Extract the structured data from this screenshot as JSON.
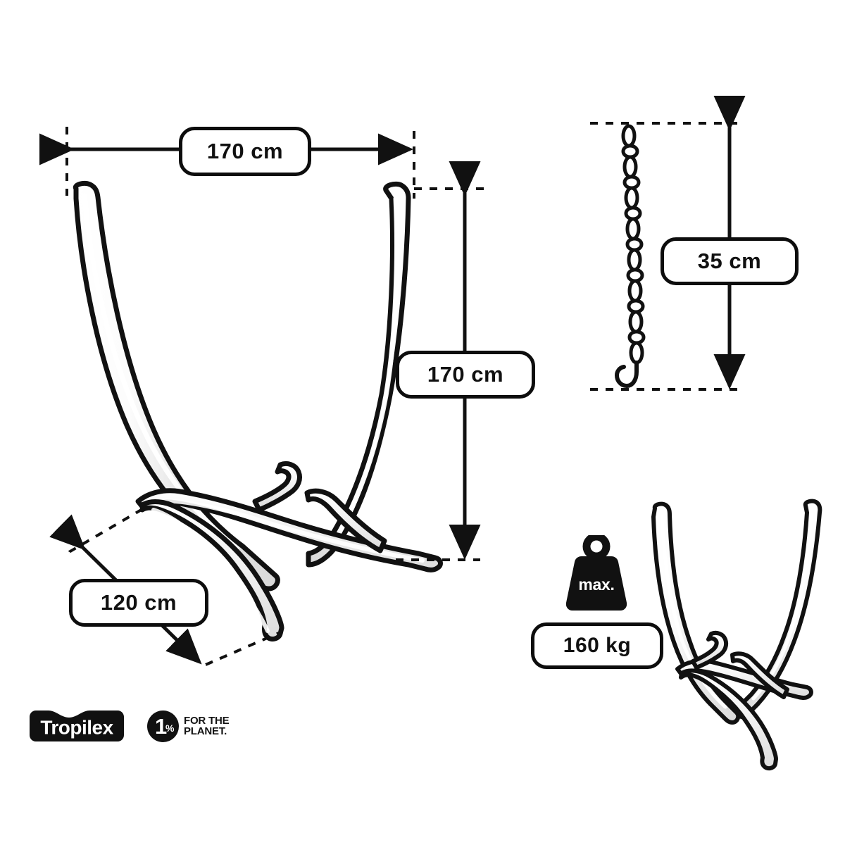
{
  "document": {
    "type": "product-dimension-diagram",
    "product": "hammock stand",
    "background_color": "#ffffff",
    "line_color": "#111111",
    "fill_color": "#e4e4e4",
    "highlight_color": "#ffffff"
  },
  "dimensions": {
    "width_top": {
      "label": "170 cm",
      "orientation": "horizontal",
      "description": "overall width of hammock stand"
    },
    "height_right": {
      "label": "170 cm",
      "orientation": "vertical",
      "description": "overall height of hammock stand"
    },
    "depth_base": {
      "label": "120 cm",
      "orientation": "diagonal",
      "description": "base depth of hammock stand"
    },
    "chain_length": {
      "label": "35 cm",
      "orientation": "vertical",
      "description": "length of hanging chain"
    }
  },
  "capacity": {
    "icon_label": "max.",
    "value_label": "160 kg",
    "icon_name": "weight-icon"
  },
  "footer": {
    "brand": {
      "name": "Tropilex",
      "icon_name": "tropilex-logo"
    },
    "certification": {
      "percent": "1",
      "percent_symbol": "%",
      "line1": "FOR THE",
      "line2": "PLANET.",
      "icon_name": "one-percent-for-the-planet-logo"
    }
  },
  "illustrations": {
    "main_stand": "hammock-stand-front-view",
    "chain": "hanging-chain-with-hook",
    "small_stand": "hammock-stand-small-view"
  }
}
